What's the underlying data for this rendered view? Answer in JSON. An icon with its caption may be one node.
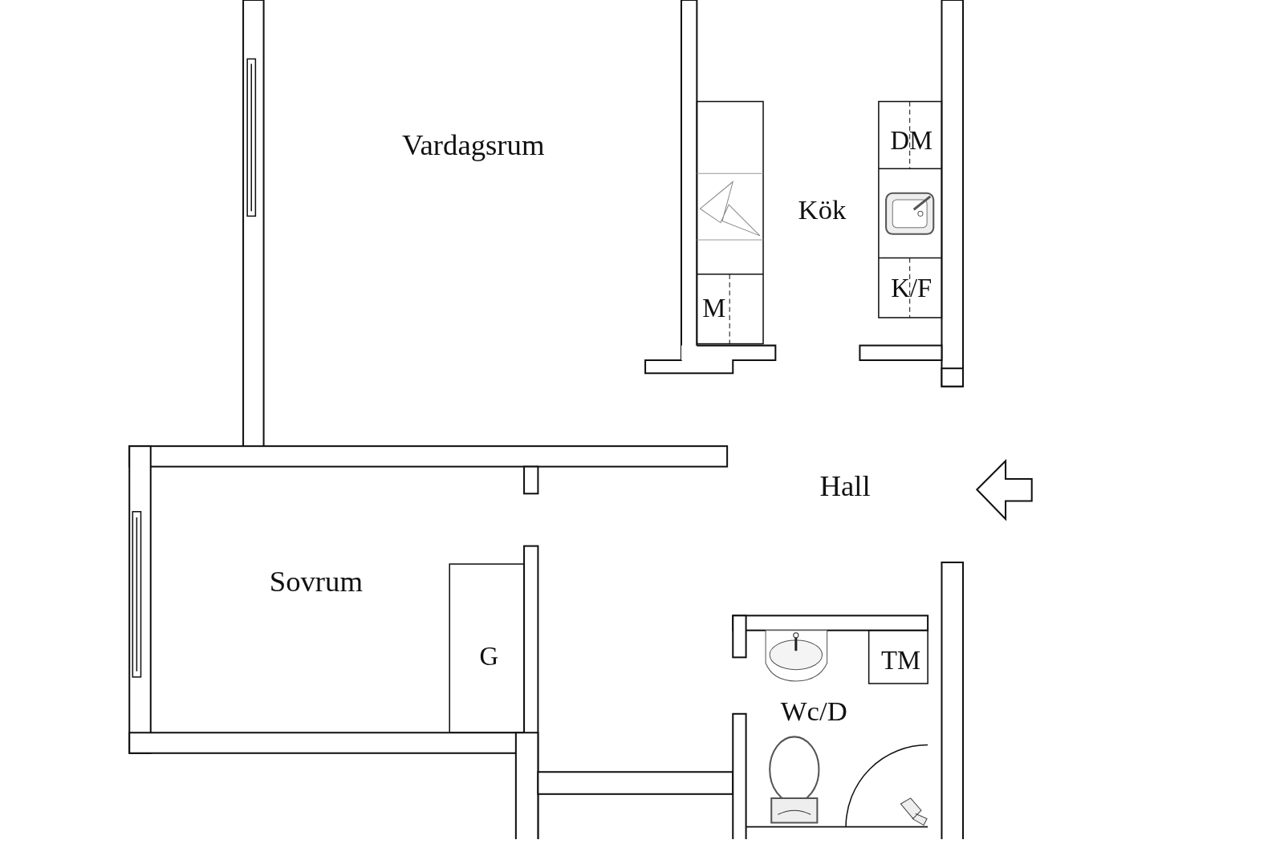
{
  "diagram": {
    "labels": [
      "Vardagsrum",
      "DM",
      "Kök",
      "K/F",
      "M",
      "Hall",
      "Sovrum",
      "G",
      "TM",
      "Wc/D"
    ]
  }
}
